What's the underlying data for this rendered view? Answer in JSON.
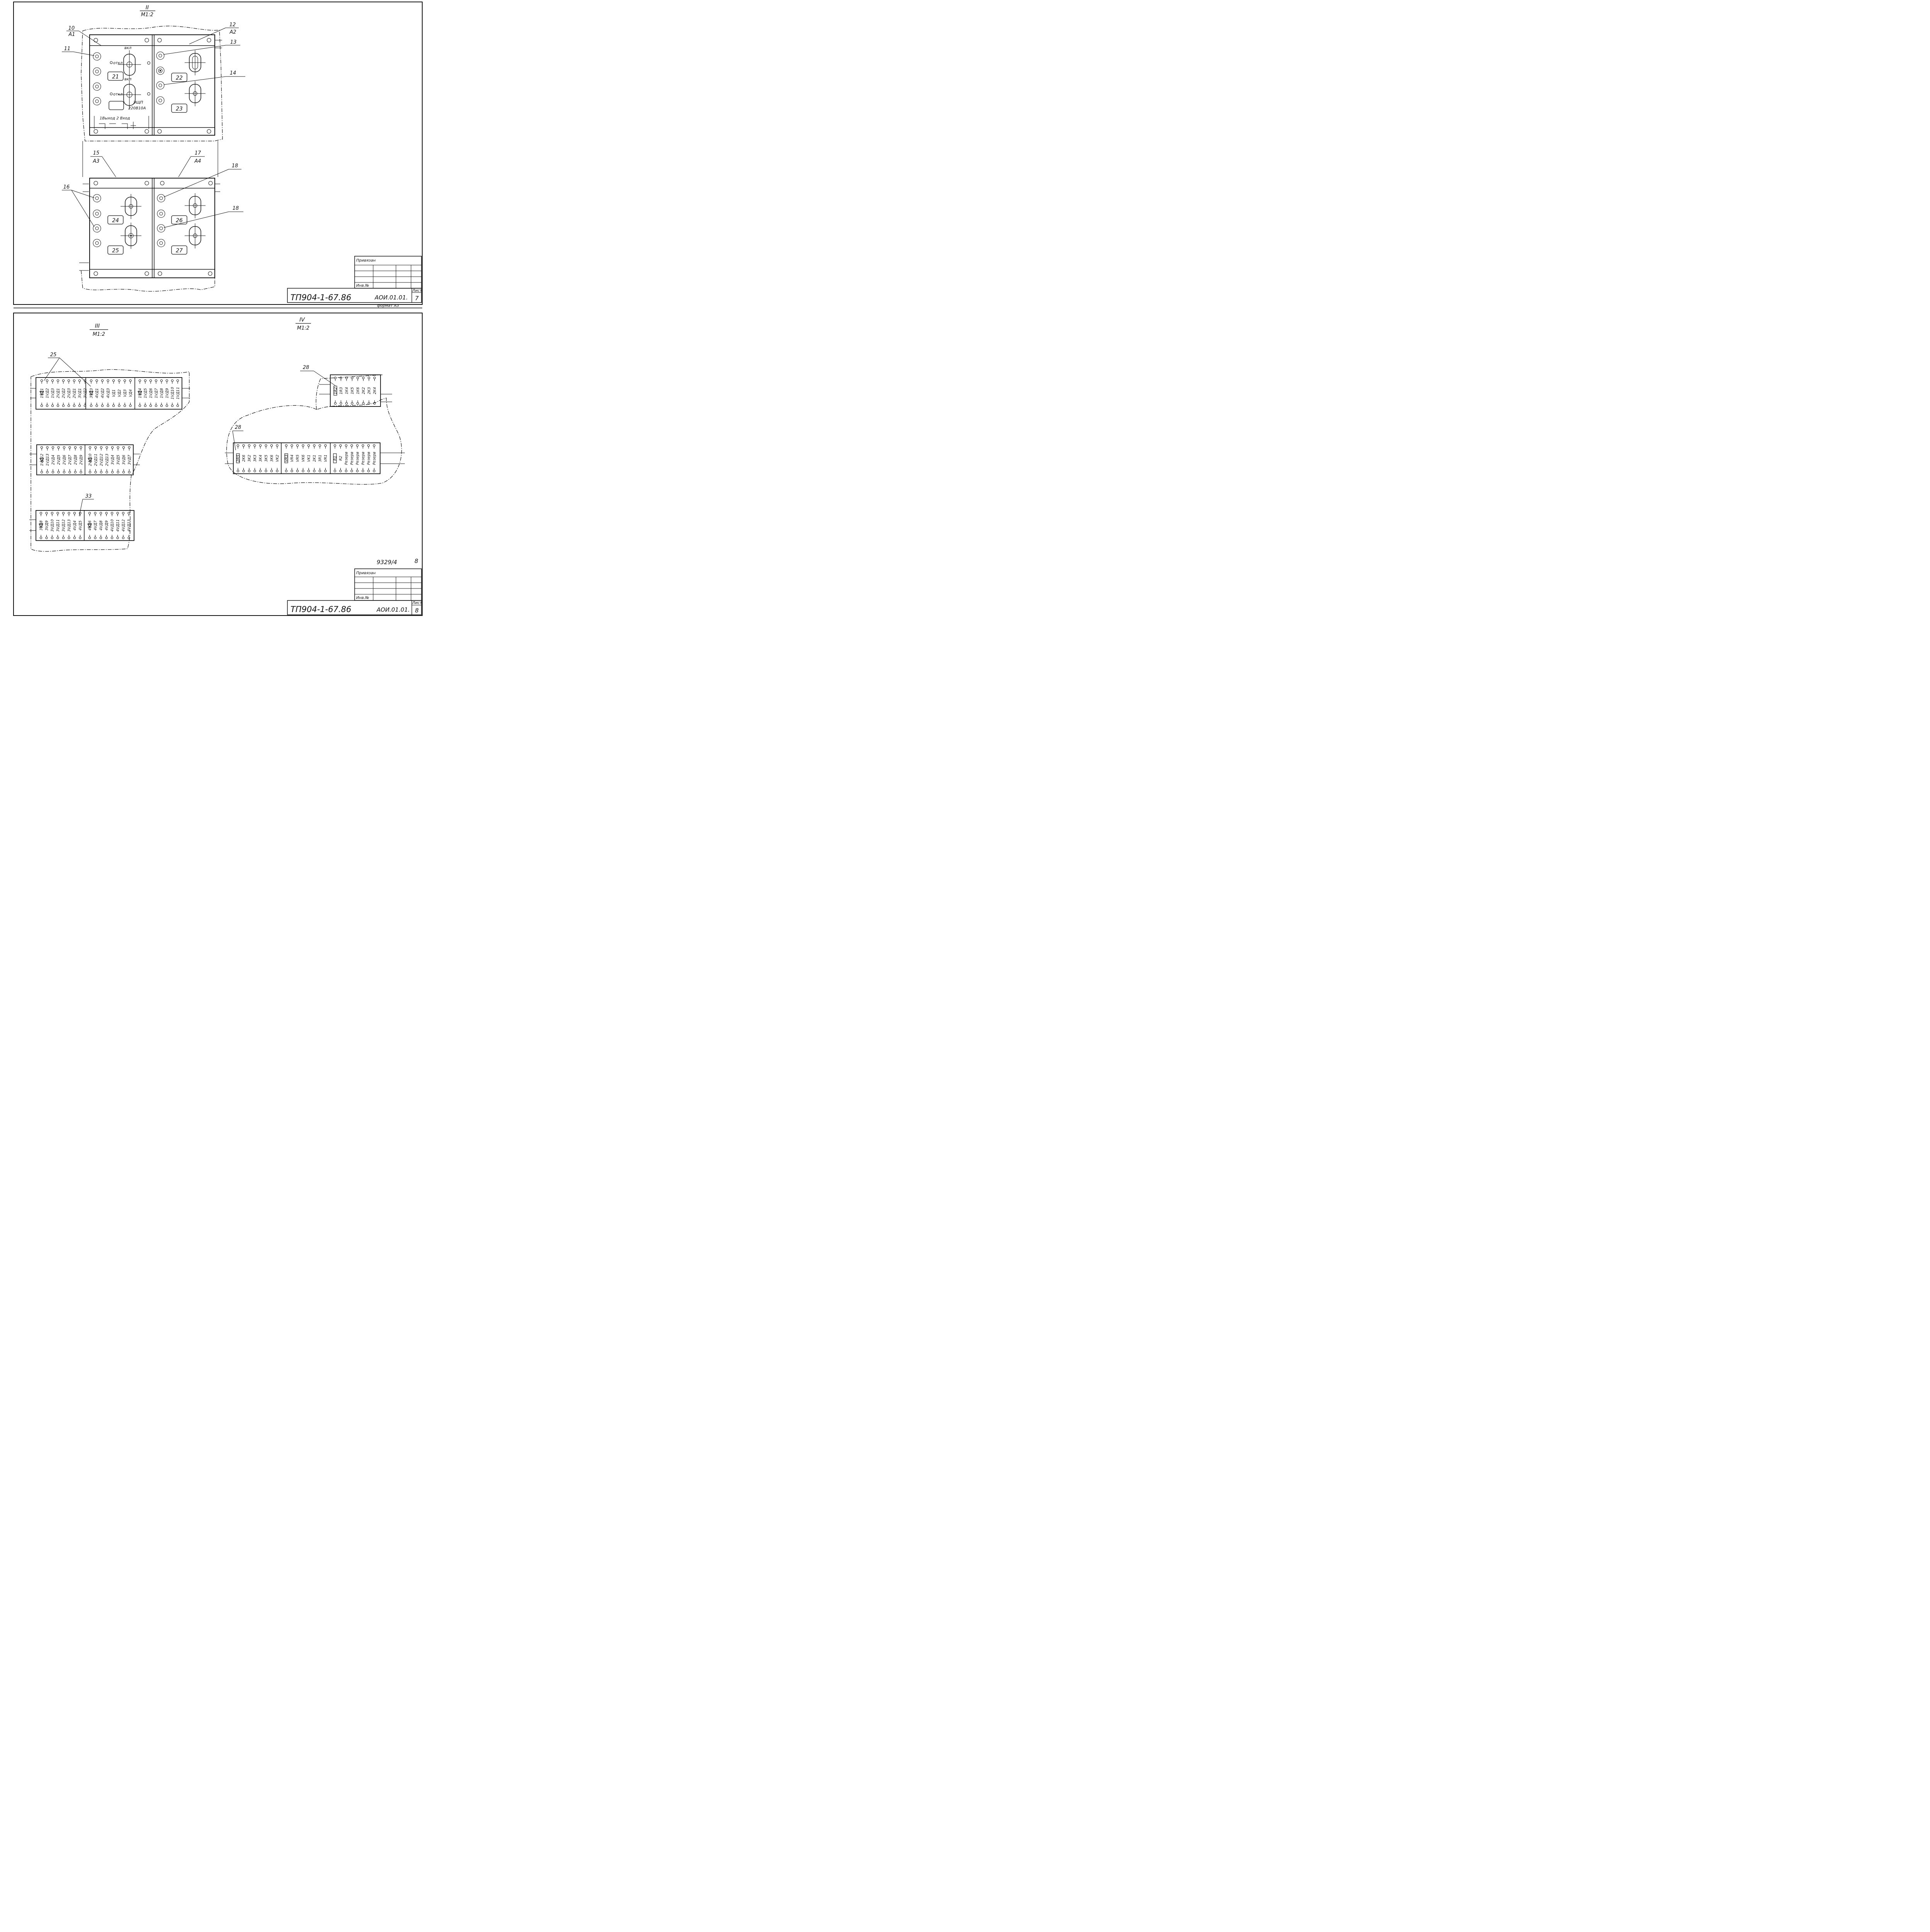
{
  "sheet7": {
    "view_label": "II",
    "view_scale": "M1:2",
    "callouts": {
      "c10": "10",
      "c10_sub": "A1",
      "c11": "11",
      "c12": "12",
      "c12_sub": "A2",
      "c13": "13",
      "c14": "14",
      "c15": "15",
      "c15_sub": "A3",
      "c16": "16",
      "c17": "17",
      "c17_sub": "A4",
      "c18a": "18",
      "c18b": "18"
    },
    "panel_a1": {
      "vkl_top": "вкл",
      "otkl_top": "откл",
      "vkl_bottom": "вкл",
      "otkl_bottom": "откл",
      "box_top": "21",
      "ezshp": "ЭЩП",
      "ezshp_rating": "220В10А",
      "conn_text": "1Выход 2  Вход"
    },
    "panel_a2": {
      "box_top": "22",
      "box_bottom": "23"
    },
    "panel_a3": {
      "box_top": "24",
      "box_bottom": "25"
    },
    "panel_a4": {
      "box_top": "26",
      "box_bottom": "27"
    },
    "title_block": {
      "privyazan": "Привязан",
      "inv_no": "Инв.№",
      "doc_code": "ТП904-1-67.86",
      "doc_sheet_code": "АОИ.01.01.",
      "list_label": "Лист",
      "list_no": "7",
      "format": "формат А3"
    }
  },
  "sheet8": {
    "view3_label": "III",
    "view3_scale": "M1:2",
    "view4_label": "IV",
    "view4_scale": "M1:2",
    "callouts": {
      "c25": "25",
      "c33": "33",
      "c28_top": "28",
      "c28_left": "28"
    },
    "row1": {
      "segments": [
        {
          "terms": [
            "1VД1",
            "1VД2",
            "1VД3",
            "2VД1",
            "2VД2",
            "2VД3",
            "2VД1",
            "3VД1",
            "3VД2"
          ]
        },
        {
          "terms": [
            "3VД3",
            "4VД1",
            "4VД2",
            "4VД3",
            "VД1",
            "VД2",
            "VД3",
            "VД4"
          ]
        },
        {
          "terms": [
            "1VД4",
            "1VД5",
            "1VД6",
            "1VД7",
            "1VД8",
            "1VД9",
            "1VД10",
            "1VД11"
          ]
        }
      ]
    },
    "row2": {
      "segments": [
        {
          "terms": [
            "1VД12",
            "1VД13",
            "2VД4",
            "2VД5",
            "2VД6",
            "2VД7",
            "2VД8",
            "2VД9"
          ]
        },
        {
          "terms": [
            "2VД10",
            "2VД11",
            "2VД12",
            "2VД13",
            "3VД4",
            "3VД5",
            "3VД6",
            "3VД7"
          ]
        }
      ]
    },
    "row3": {
      "segments": [
        {
          "terms": [
            "3VД8",
            "3VД9",
            "3VД10",
            "3VД11",
            "3VД12",
            "3VД13",
            "4VД4",
            "4VД5"
          ]
        },
        {
          "terms": [
            "4VД6",
            "4VД7",
            "4VД8",
            "4VД9",
            "4VД10",
            "4VД11",
            "4VД12",
            "4VД13"
          ]
        }
      ]
    },
    "view4_top": {
      "terms": [
        "1R2",
        "1R3",
        "1K4",
        "1K5",
        "1K6",
        "2K2",
        "2K3",
        "2K4"
      ]
    },
    "view4_bottom": {
      "segments": [
        {
          "terms": [
            "2R5",
            "2K6",
            "3K2",
            "3K3",
            "3K4",
            "3K5",
            "3K6",
            "VK2"
          ]
        },
        {
          "terms": [
            "VR3",
            "VR4",
            "VR5",
            "VK6",
            "VK1",
            "2K1",
            "3R1",
            "VR1"
          ]
        },
        {
          "terms": [
            "R1",
            "R2",
            "Резерв",
            "Резерв",
            "Резерв",
            "Резерв",
            "Резерв",
            "Резерв"
          ]
        }
      ]
    },
    "stamp": {
      "code": "9329/4",
      "sheet": "8"
    },
    "title_block": {
      "privyazan": "Привязан",
      "inv_no": "Инв.№",
      "doc_code": "ТП904-1-67.86",
      "doc_sheet_code": "АОИ.01.01.",
      "list_label": "Лист",
      "list_no": "8"
    }
  }
}
